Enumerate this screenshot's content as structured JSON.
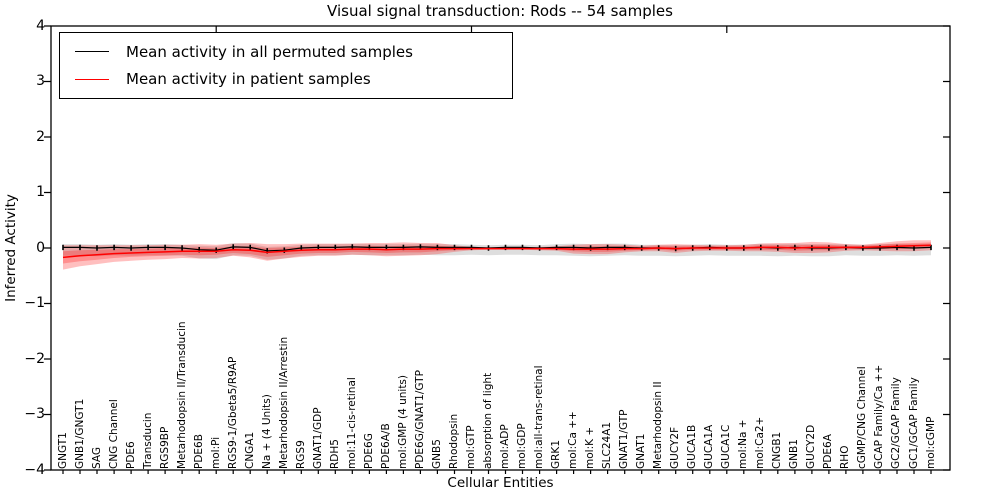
{
  "chart_data": {
    "type": "line",
    "title": "Visual signal transduction: Rods -- 54 samples",
    "xlabel": "Cellular Entities",
    "ylabel": "Inferred Activity",
    "ylim": [
      -4,
      4
    ],
    "grid": false,
    "legend_position": "upper left",
    "ytick_labels": [
      "4",
      "3",
      "2",
      "1",
      "0",
      "−1",
      "−2",
      "−3",
      "−4"
    ],
    "ytick_values": [
      4,
      3,
      2,
      1,
      0,
      -1,
      -2,
      -3,
      -4
    ],
    "categories": [
      "GNGT1",
      "GNB1/GNGT1",
      "SAG",
      "CNG Channel",
      "PDE6",
      "Transducin",
      "RGS9BP",
      "Metarhodopsin II/Transducin",
      "PDE6B",
      "mol:Pi",
      "RGS9-1/Gbeta5/R9AP",
      "CNGA1",
      "Na + (4 Units)",
      "Metarhodopsin II/Arrestin",
      "RGS9",
      "GNAT1/GDP",
      "RDH5",
      "mol:11-cis-retinal",
      "PDE6G",
      "PDE6A/B",
      "mol:GMP (4 units)",
      "PDE6G/GNAT1/GTP",
      "GNB5",
      "Rhodopsin",
      "mol:GTP",
      "absorption of light",
      "mol:ADP",
      "mol:GDP",
      "mol:all-trans-retinal",
      "GRK1",
      "mol:Ca ++",
      "mol:K +",
      "SLC24A1",
      "GNAT1/GTP",
      "GNAT1",
      "Metarhodopsin II",
      "GUCY2F",
      "GUCA1B",
      "GUCA1A",
      "GUCA1C",
      "mol:Na +",
      "mol:Ca2+",
      "CNGB1",
      "GNB1",
      "GUCY2D",
      "PDE6A",
      "RHO",
      "cGMP/CNG Channel",
      "GCAP Family/Ca ++",
      "GC2/GCAP Family",
      "GC1/GCAP Family",
      "mol:cGMP"
    ],
    "series": [
      {
        "name": "Mean activity in all permuted samples",
        "color": "#000000",
        "marker": "|",
        "band_color": "#000000",
        "band_opacity": 0.13,
        "values": [
          0.01,
          0.01,
          0.0,
          0.01,
          0.0,
          0.01,
          0.01,
          0.0,
          -0.03,
          -0.04,
          0.02,
          0.01,
          -0.05,
          -0.04,
          0.0,
          0.01,
          0.01,
          0.02,
          0.01,
          0.01,
          0.01,
          0.02,
          0.01,
          0.01,
          0.01,
          0.0,
          0.01,
          0.01,
          0.0,
          0.01,
          0.01,
          0.0,
          0.01,
          0.01,
          0.0,
          0.0,
          -0.01,
          0.0,
          0.01,
          0.0,
          0.0,
          0.01,
          0.0,
          0.01,
          0.0,
          0.0,
          0.01,
          0.0,
          0.0,
          0.01,
          0.0,
          0.01
        ],
        "band_upper_offset": [
          0.06,
          0.06,
          0.06,
          0.06,
          0.06,
          0.06,
          0.06,
          0.06,
          0.07,
          0.07,
          0.07,
          0.07,
          0.07,
          0.07,
          0.06,
          0.06,
          0.06,
          0.06,
          0.06,
          0.06,
          0.06,
          0.06,
          0.06,
          0.06,
          0.05,
          0.05,
          0.05,
          0.05,
          0.05,
          0.06,
          0.07,
          0.07,
          0.07,
          0.07,
          0.06,
          0.06,
          0.06,
          0.06,
          0.06,
          0.06,
          0.06,
          0.07,
          0.07,
          0.07,
          0.07,
          0.07,
          0.06,
          0.06,
          0.07,
          0.07,
          0.07,
          0.07
        ],
        "band_lower_offset": [
          0.15,
          0.15,
          0.15,
          0.14,
          0.14,
          0.14,
          0.14,
          0.14,
          0.16,
          0.16,
          0.15,
          0.15,
          0.16,
          0.15,
          0.14,
          0.14,
          0.14,
          0.14,
          0.14,
          0.14,
          0.14,
          0.14,
          0.14,
          0.14,
          0.13,
          0.13,
          0.13,
          0.13,
          0.13,
          0.14,
          0.15,
          0.15,
          0.15,
          0.14,
          0.14,
          0.14,
          0.14,
          0.14,
          0.14,
          0.14,
          0.14,
          0.15,
          0.15,
          0.15,
          0.15,
          0.15,
          0.14,
          0.14,
          0.14,
          0.14,
          0.14,
          0.14
        ]
      },
      {
        "name": "Mean activity in patient samples",
        "color": "#ff0000",
        "marker": "none",
        "band_color": "#ff0000",
        "band_opacity": 0.25,
        "values": [
          -0.17,
          -0.14,
          -0.12,
          -0.1,
          -0.09,
          -0.08,
          -0.07,
          -0.06,
          -0.06,
          -0.06,
          -0.03,
          -0.04,
          -0.08,
          -0.06,
          -0.04,
          -0.03,
          -0.03,
          -0.02,
          -0.02,
          -0.03,
          -0.02,
          -0.02,
          -0.01,
          -0.01,
          -0.01,
          -0.01,
          -0.01,
          -0.01,
          -0.01,
          -0.01,
          -0.02,
          -0.02,
          -0.02,
          -0.01,
          -0.01,
          0.0,
          -0.01,
          0.0,
          0.0,
          0.0,
          0.0,
          0.01,
          0.01,
          0.0,
          0.01,
          0.01,
          0.01,
          0.01,
          0.02,
          0.03,
          0.04,
          0.05
        ],
        "band_inner_halfwidth": [
          0.11,
          0.1,
          0.09,
          0.08,
          0.07,
          0.07,
          0.07,
          0.06,
          0.07,
          0.06,
          0.06,
          0.07,
          0.08,
          0.07,
          0.06,
          0.06,
          0.06,
          0.05,
          0.06,
          0.06,
          0.06,
          0.06,
          0.05,
          0.03,
          0.015,
          0.01,
          0.01,
          0.01,
          0.015,
          0.02,
          0.04,
          0.05,
          0.05,
          0.04,
          0.03,
          0.03,
          0.04,
          0.03,
          0.03,
          0.03,
          0.03,
          0.04,
          0.04,
          0.05,
          0.05,
          0.05,
          0.03,
          0.03,
          0.04,
          0.05,
          0.05,
          0.05
        ],
        "band_outer_halfwidth": [
          0.22,
          0.19,
          0.17,
          0.15,
          0.14,
          0.13,
          0.13,
          0.12,
          0.13,
          0.12,
          0.11,
          0.13,
          0.15,
          0.13,
          0.12,
          0.11,
          0.11,
          0.1,
          0.11,
          0.12,
          0.12,
          0.11,
          0.1,
          0.06,
          0.03,
          0.02,
          0.02,
          0.02,
          0.03,
          0.04,
          0.08,
          0.09,
          0.09,
          0.07,
          0.05,
          0.06,
          0.08,
          0.06,
          0.05,
          0.05,
          0.06,
          0.07,
          0.08,
          0.09,
          0.1,
          0.09,
          0.06,
          0.05,
          0.07,
          0.09,
          0.1,
          0.09
        ]
      }
    ]
  }
}
